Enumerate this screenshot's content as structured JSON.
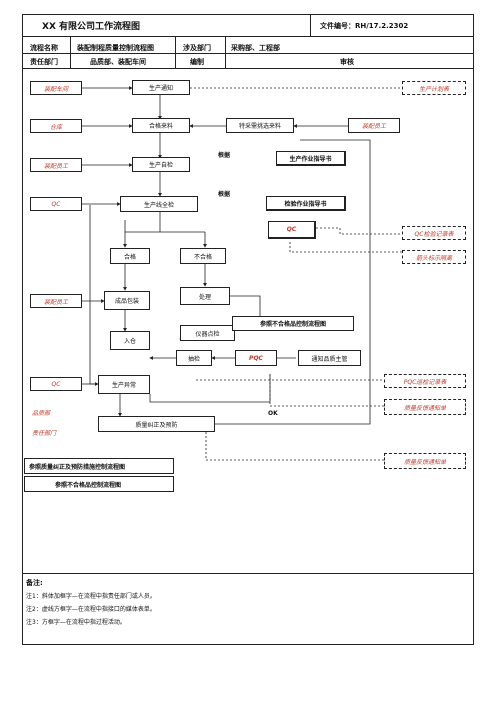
{
  "header": {
    "title": "XX 有限公司工作流程图",
    "doc_no_label": "文件编号：RH/17.2.2302",
    "row2": {
      "name_label": "流程名称",
      "name_value": "装配制程质量控制流程图",
      "dept_label": "涉及部门",
      "dept_value": "采购部、工程部"
    },
    "row3": {
      "resp_label": "责任部门",
      "resp_value": "品质部、装配车间",
      "editor_label": "编制",
      "review_label": "审核"
    }
  },
  "flow": {
    "left": {
      "l1": "装配车间",
      "l2": "仓库",
      "l3": "装配员工",
      "l4": "QC",
      "l5": "装配员工",
      "l6": "QC",
      "l7": "品质部",
      "l8": "责任部门"
    },
    "main": {
      "prod_notice": "生产通知",
      "qualified_material": "合格来料",
      "self_check": "生产自检",
      "line_check": "生产线全检",
      "ok": "合格",
      "ng": "不合格",
      "pack": "成品包装",
      "handle": "处理",
      "storage": "入仓",
      "instrument": "仪器点检",
      "sampling": "抽检",
      "pqc": "PQC",
      "abnormal": "生产异常",
      "corrective": "质量纠正及预防"
    },
    "mid": {
      "special_pick": "特采需挑选来料",
      "notify_supervisor": "通知品质主管",
      "ref_ng": "参照不合格品控制流程图",
      "ok_mark": "OK",
      "basis1": "根据",
      "basis2": "根据"
    },
    "right": {
      "assembler": "装配员工",
      "plan": "生产计划表",
      "work_guide": "生产作业指导书",
      "inspect_guide": "检验作业指导书",
      "qc_box": "QC",
      "qc_record": "QC检验记录表",
      "red_label": "箭头标示隔离",
      "pqc_record": "PQC巡检记录表",
      "fb1": "质量反馈通知单",
      "fb2": "质量反馈通知单"
    },
    "refs": {
      "r1": "参照质量纠正及预防措施控制流程图",
      "r2": "参照不合格品控制流程图"
    }
  },
  "notes": {
    "title": "备注:",
    "n1": "注1：斜体加框字—在流程中指责任部门或人员。",
    "n2": "注2：虚线方框字—在流程中指接口的媒体表单。",
    "n3": "注3：方框字—在流程中指过程活动。"
  }
}
